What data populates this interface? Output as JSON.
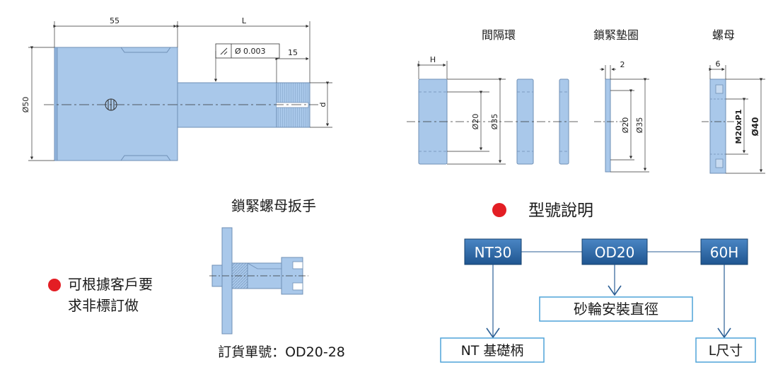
{
  "drawing": {
    "dim_55": "55",
    "dim_L": "L",
    "dim_15": "15",
    "tolerance": "0.003",
    "dim_d": "d",
    "dim_dia50": "Ø50",
    "dim_H": "H",
    "dim_dia20_a": "Ø20",
    "dim_dia35_a": "Ø35",
    "dim_2": "2",
    "dim_dia20_b": "Ø20",
    "dim_dia35_b": "Ø35",
    "dim_6": "6",
    "dim_thread": "M20xP1",
    "dim_dia40": "Ø40"
  },
  "labels": {
    "spacer_rings": "間隔環",
    "lock_washer": "鎖緊墊圈",
    "nut": "螺母",
    "wrench": "鎖緊螺母扳手",
    "custom_line1": "可根據客戶要",
    "custom_line2": "求非標訂做",
    "order_no": "訂貨單號：OD20-28",
    "model_title": "型號說明"
  },
  "model_code": {
    "box1": "NT30",
    "box2": "OD20",
    "box3": "60H",
    "desc_base": "NT 基礎柄",
    "desc_diameter": "砂輪安裝直徑",
    "desc_length": "L尺寸"
  },
  "colors": {
    "part_fill": "#a9c8ea",
    "bullet": "#e31e24",
    "code_box": "#2f6aa3",
    "desc_border": "#4fa3d8",
    "arrow": "#2b5f95"
  }
}
